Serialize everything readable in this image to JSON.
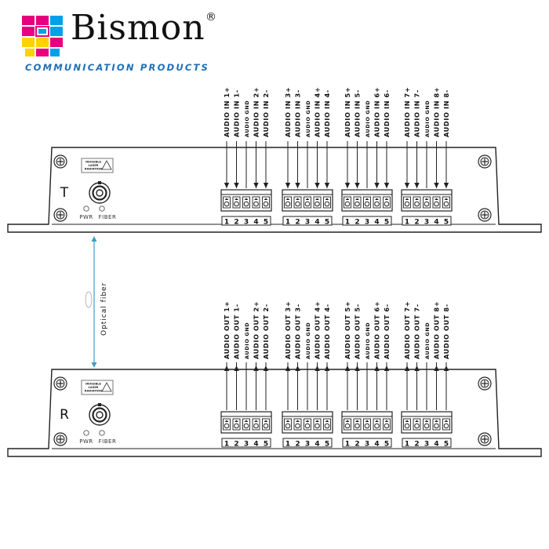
{
  "brand": {
    "name": "Bismon",
    "registered": "®",
    "subtitle": "COMMUNICATION PRODUCTS"
  },
  "link_label": "Optical fiber",
  "units": [
    {
      "letter": "T",
      "direction": "in",
      "groups": [
        [
          "AUDIO IN 1+",
          "AUDIO IN 1-",
          "AUDIO GND",
          "AUDIO IN 2+",
          "AUDIO IN 2-"
        ],
        [
          "AUDIO IN 3+",
          "AUDIO IN 3-",
          "AUDIO GND",
          "AUDIO IN 4+",
          "AUDIO IN 4-"
        ],
        [
          "AUDIO IN 5+",
          "AUDIO IN 5-",
          "AUDIO GND",
          "AUDIO IN 6+",
          "AUDIO IN 6-"
        ],
        [
          "AUDIO IN 7+",
          "AUDIO IN 7-",
          "AUDIO GND",
          "AUDIO IN 8+",
          "AUDIO IN 8-"
        ]
      ],
      "pins": [
        "1",
        "2",
        "3",
        "4",
        "5"
      ],
      "leds": [
        "PWR",
        "FIBER"
      ],
      "warning": [
        "INVISIBLE",
        "LASER",
        "RADIATION"
      ]
    },
    {
      "letter": "R",
      "direction": "out",
      "groups": [
        [
          "AUDIO OUT 1+",
          "AUDIO OUT 1-",
          "AUDIO GND",
          "AUDIO OUT 2+",
          "AUDIO OUT 2-"
        ],
        [
          "AUDIO OUT 3+",
          "AUDIO OUT 3-",
          "AUDIO GND",
          "AUDIO OUT 4+",
          "AUDIO OUT 4-"
        ],
        [
          "AUDIO OUT 5+",
          "AUDIO OUT 5-",
          "AUDIO GND",
          "AUDIO OUT 6+",
          "AUDIO OUT 6-"
        ],
        [
          "AUDIO OUT 7+",
          "AUDIO OUT 7-",
          "AUDIO GND",
          "AUDIO OUT 8+",
          "AUDIO OUT 8-"
        ]
      ],
      "pins": [
        "1",
        "2",
        "3",
        "4",
        "5"
      ],
      "leds": [
        "PWR",
        "FIBER"
      ],
      "warning": [
        "INVISIBLE",
        "LASER",
        "RADIATION"
      ]
    }
  ],
  "colors": {
    "fiber": "#3aa0c8",
    "line": "#222222",
    "brand_blue": "#1e6fb8",
    "logo_pink": "#e5007e",
    "logo_yellow": "#ffd200",
    "logo_cyan": "#00a0e9"
  }
}
